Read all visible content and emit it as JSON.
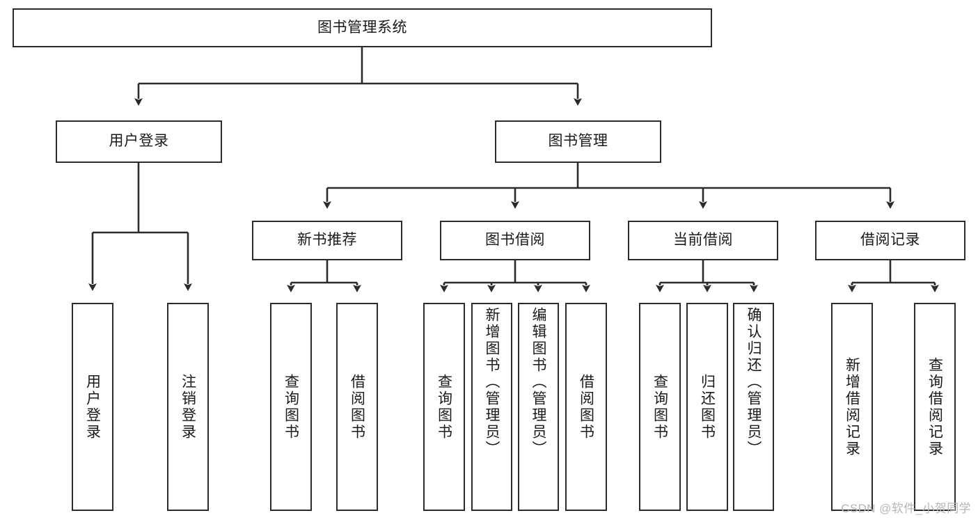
{
  "diagram": {
    "type": "tree-hierarchy",
    "title": "图书管理系统",
    "root": {
      "id": "root",
      "label": "图书管理系统"
    },
    "level2": [
      {
        "id": "user-login",
        "label": "用户登录"
      },
      {
        "id": "book-manage",
        "label": "图书管理"
      }
    ],
    "level3": [
      {
        "id": "new-book-recommend",
        "label": "新书推荐"
      },
      {
        "id": "book-borrow",
        "label": "图书借阅"
      },
      {
        "id": "current-borrow",
        "label": "当前借阅"
      },
      {
        "id": "borrow-record",
        "label": "借阅记录"
      }
    ],
    "leaves": [
      {
        "id": "leaf-user-login",
        "label": "用户登录",
        "parent": "user-login"
      },
      {
        "id": "leaf-logout",
        "label": "注销登录",
        "parent": "user-login"
      },
      {
        "id": "leaf-query-book-1",
        "label": "查询图书",
        "parent": "new-book-recommend"
      },
      {
        "id": "leaf-borrow-book-1",
        "label": "借阅图书",
        "parent": "new-book-recommend"
      },
      {
        "id": "leaf-query-book-2",
        "label": "查询图书",
        "parent": "book-borrow"
      },
      {
        "id": "leaf-add-book",
        "label": "新增图书（管理员）",
        "parent": "book-borrow"
      },
      {
        "id": "leaf-edit-book",
        "label": "编辑图书（管理员）",
        "parent": "book-borrow"
      },
      {
        "id": "leaf-borrow-book-2",
        "label": "借阅图书",
        "parent": "book-borrow"
      },
      {
        "id": "leaf-query-book-3",
        "label": "查询图书",
        "parent": "current-borrow"
      },
      {
        "id": "leaf-return-book",
        "label": "归还图书",
        "parent": "current-borrow"
      },
      {
        "id": "leaf-confirm-return",
        "label": "确认归还（管理员）",
        "parent": "current-borrow"
      },
      {
        "id": "leaf-add-record",
        "label": "新增借阅记录",
        "parent": "borrow-record"
      },
      {
        "id": "leaf-query-record",
        "label": "查询借阅记录",
        "parent": "borrow-record"
      }
    ],
    "watermark": "CSDN @软件_小贺同学",
    "colors": {
      "stroke": "#2b2b2b",
      "background": "#ffffff",
      "text": "#1a1a1a",
      "watermark": "#b6b6b6"
    }
  }
}
